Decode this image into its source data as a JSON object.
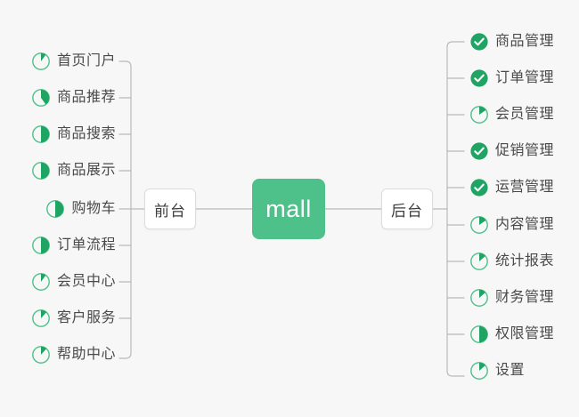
{
  "diagram": {
    "type": "mind-map",
    "background_color": "#f7f7f7",
    "accent_color": "#4EC08A",
    "root": {
      "label": "mall"
    },
    "branches": [
      {
        "id": "front",
        "label": "前台",
        "side": "left"
      },
      {
        "id": "back",
        "label": "后台",
        "side": "right"
      }
    ],
    "left_items": [
      {
        "label": "首页门户",
        "icon": "pie-progress-icon",
        "progress": 15,
        "status": "in-progress"
      },
      {
        "label": "商品推荐",
        "icon": "pie-progress-icon",
        "progress": 40,
        "status": "in-progress"
      },
      {
        "label": "商品搜索",
        "icon": "pie-progress-icon",
        "progress": 50,
        "status": "in-progress"
      },
      {
        "label": "商品展示",
        "icon": "pie-progress-icon",
        "progress": 50,
        "status": "in-progress"
      },
      {
        "label": "购物车",
        "icon": "pie-progress-icon",
        "progress": 50,
        "status": "in-progress"
      },
      {
        "label": "订单流程",
        "icon": "pie-progress-icon",
        "progress": 50,
        "status": "in-progress"
      },
      {
        "label": "会员中心",
        "icon": "pie-progress-icon",
        "progress": 15,
        "status": "in-progress"
      },
      {
        "label": "客户服务",
        "icon": "pie-progress-icon",
        "progress": 18,
        "status": "in-progress"
      },
      {
        "label": "帮助中心",
        "icon": "pie-progress-icon",
        "progress": 18,
        "status": "in-progress"
      }
    ],
    "right_items": [
      {
        "label": "商品管理",
        "icon": "check-circle-icon",
        "progress": 100,
        "status": "done"
      },
      {
        "label": "订单管理",
        "icon": "check-circle-icon",
        "progress": 100,
        "status": "done"
      },
      {
        "label": "会员管理",
        "icon": "pie-progress-icon",
        "progress": 25,
        "status": "in-progress"
      },
      {
        "label": "促销管理",
        "icon": "check-circle-icon",
        "progress": 100,
        "status": "done"
      },
      {
        "label": "运营管理",
        "icon": "check-circle-icon",
        "progress": 100,
        "status": "done"
      },
      {
        "label": "内容管理",
        "icon": "pie-progress-icon",
        "progress": 25,
        "status": "in-progress"
      },
      {
        "label": "统计报表",
        "icon": "pie-progress-icon",
        "progress": 22,
        "status": "in-progress"
      },
      {
        "label": "财务管理",
        "icon": "pie-progress-icon",
        "progress": 22,
        "status": "in-progress"
      },
      {
        "label": "权限管理",
        "icon": "pie-progress-icon",
        "progress": 50,
        "status": "in-progress"
      },
      {
        "label": "设置",
        "icon": "pie-progress-icon",
        "progress": 22,
        "status": "in-progress"
      }
    ]
  }
}
